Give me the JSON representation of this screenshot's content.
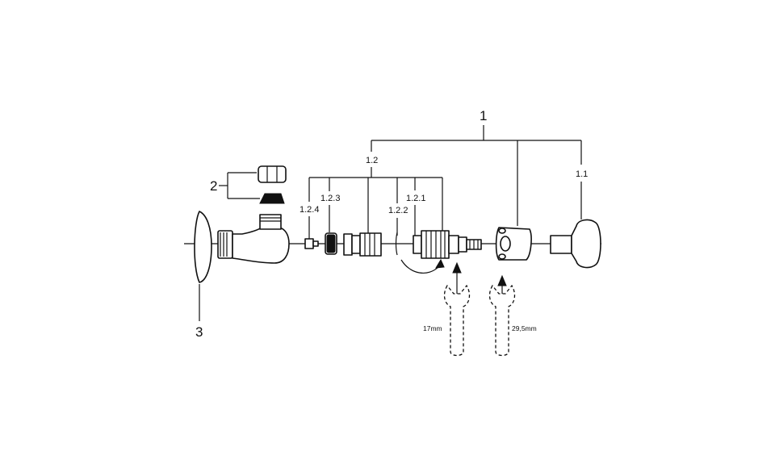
{
  "labels": {
    "assembly": "1",
    "handle_key": "1.1",
    "headpart": "1.2",
    "headpart_a": "1.2.1",
    "headpart_b": "1.2.2",
    "headpart_c": "1.2.3",
    "headpart_d": "1.2.4",
    "connection": "2",
    "rosette": "3"
  },
  "tools": {
    "wrench_left": "17mm",
    "wrench_right": "29,5mm"
  }
}
